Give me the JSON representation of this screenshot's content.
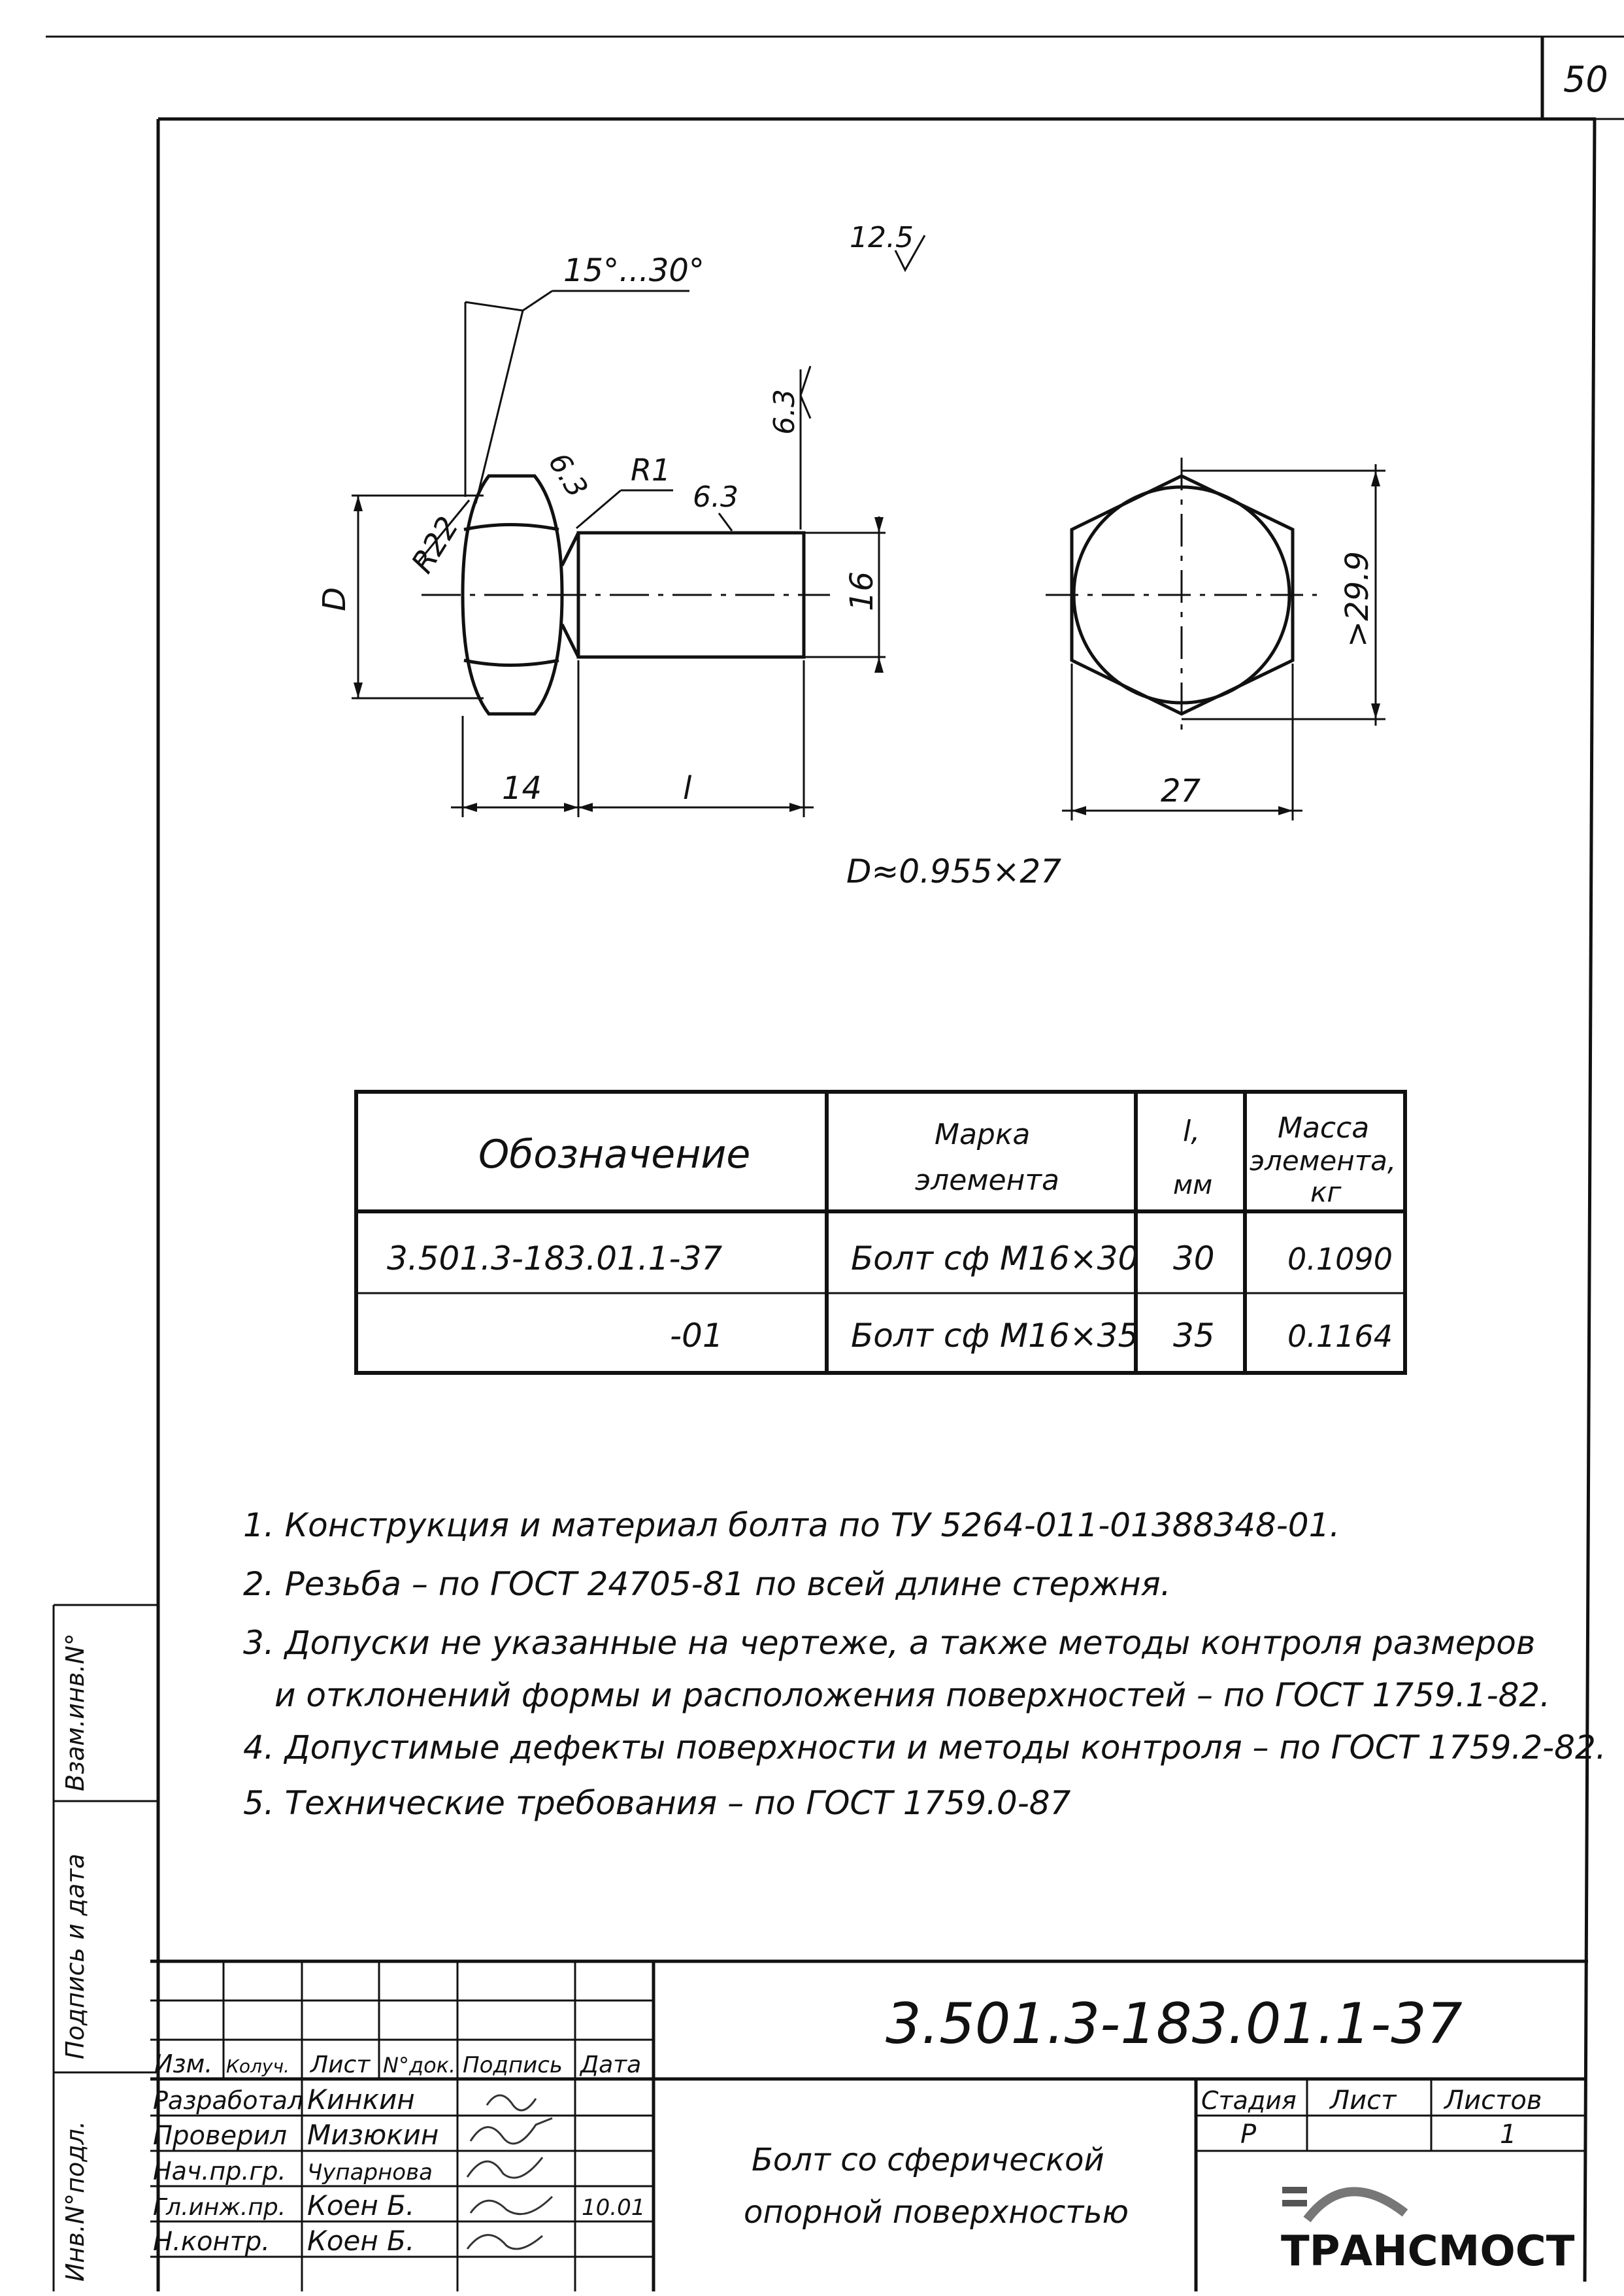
{
  "sheet": {
    "page_number": "50"
  },
  "drawing": {
    "surface_roughness_general": "12.5",
    "chamfer_angle": "15°...30°",
    "roughness_head_end": "6.3",
    "roughness_fillet": "6.3",
    "radius_fillet": "R1",
    "roughness_shank": "6.3",
    "radius_head": "R22",
    "dim_head_diameter": "D",
    "dim_shank_diameter": "16",
    "dim_head_height": "14",
    "dim_length": "l",
    "dim_across_flats": "27",
    "dim_across_corners": ">29.9",
    "formula": "D≈0.955×27"
  },
  "spec_table": {
    "headers": {
      "designation": "Обозначение",
      "mark_line1": "Марка",
      "mark_line2": "элемента",
      "length_line1": "l,",
      "length_line2": "мм",
      "mass_line1": "Масса",
      "mass_line2": "элемента,",
      "mass_line3": "кг"
    },
    "rows": [
      {
        "designation": "3.501.3-183.01.1-37",
        "mark": "Болт сф М16×30",
        "length": "30",
        "mass": "0.1090"
      },
      {
        "designation": "-01",
        "mark": "Болт сф М16×35",
        "length": "35",
        "mass": "0.1164"
      }
    ]
  },
  "notes": [
    "1. Конструкция и материал болта по ТУ 5264-011-01388348-01.",
    "2. Резьба – по ГОСТ 24705-81 по всей длине стержня.",
    "3. Допуски не указанные на чертеже, а также методы контроля размеров",
    "и отклонений формы и расположения поверхностей – по ГОСТ 1759.1-82.",
    "4. Допустимые дефекты поверхности и методы контроля – по ГОСТ 1759.2-82.",
    "5. Технические требования – по ГОСТ 1759.0-87"
  ],
  "left_margin": {
    "inv_podl": "Инв.N°подл.",
    "podpis_data": "Подпись и дата",
    "vzam_inv": "Взам.инв.N°"
  },
  "title_block": {
    "document_code": "3.501.3-183.01.1-37",
    "title_line1": "Болт со сферической",
    "title_line2": "опорной поверхностью",
    "col_headers": [
      "Изм.",
      "Колуч.",
      "Лист",
      "N°док.",
      "Подпись",
      "Дата"
    ],
    "roles": [
      {
        "role": "Разработал",
        "name": "Кинкин",
        "date": ""
      },
      {
        "role": "Проверил",
        "name": "Мизюкин",
        "date": ""
      },
      {
        "role": "Нач.пр.гр.",
        "name": "Чупарнова",
        "date": ""
      },
      {
        "role": "Гл.инж.пр.",
        "name": "Коен Б.",
        "date": "10.01"
      },
      {
        "role": "Н.контр.",
        "name": "Коен Б.",
        "date": ""
      }
    ],
    "stage_label": "Стадия",
    "sheet_label": "Лист",
    "sheets_label": "Листов",
    "stage": "Р",
    "sheet": "",
    "sheets": "1",
    "logo_text": "ТРАНСМОСТ"
  }
}
